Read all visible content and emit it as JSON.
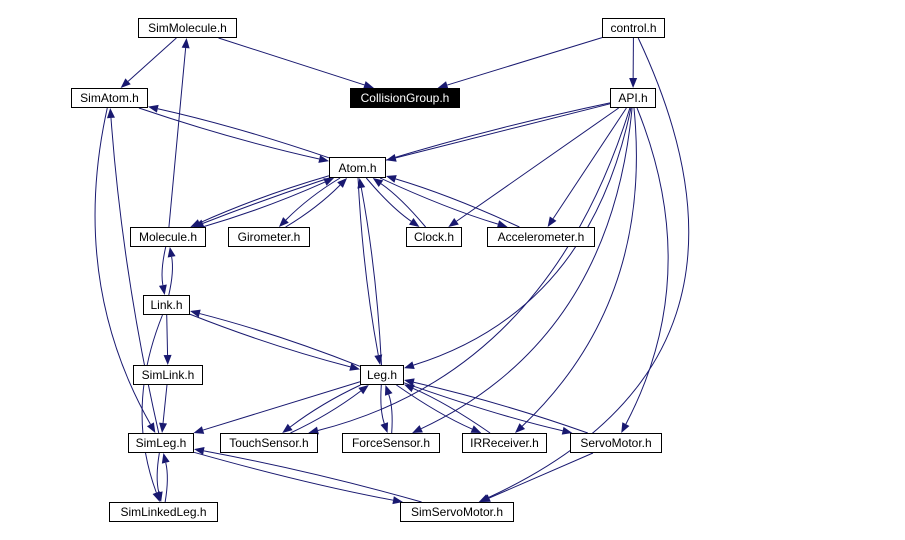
{
  "diagram": {
    "edge_color": "#191970",
    "nodes": [
      {
        "id": "SimMolecule",
        "label": "SimMolecule.h"
      },
      {
        "id": "control",
        "label": "control.h"
      },
      {
        "id": "SimAtom",
        "label": "SimAtom.h"
      },
      {
        "id": "CollisionGroup",
        "label": "CollisionGroup.h",
        "active": true
      },
      {
        "id": "API",
        "label": "API.h"
      },
      {
        "id": "Atom",
        "label": "Atom.h"
      },
      {
        "id": "Molecule",
        "label": "Molecule.h"
      },
      {
        "id": "Girometer",
        "label": "Girometer.h"
      },
      {
        "id": "Clock",
        "label": "Clock.h"
      },
      {
        "id": "Accelerometer",
        "label": "Accelerometer.h"
      },
      {
        "id": "Link",
        "label": "Link.h"
      },
      {
        "id": "SimLink",
        "label": "SimLink.h"
      },
      {
        "id": "Leg",
        "label": "Leg.h"
      },
      {
        "id": "SimLeg",
        "label": "SimLeg.h"
      },
      {
        "id": "TouchSensor",
        "label": "TouchSensor.h"
      },
      {
        "id": "ForceSensor",
        "label": "ForceSensor.h"
      },
      {
        "id": "IRReceiver",
        "label": "IRReceiver.h"
      },
      {
        "id": "ServoMotor",
        "label": "ServoMotor.h"
      },
      {
        "id": "SimLinkedLeg",
        "label": "SimLinkedLeg.h"
      },
      {
        "id": "SimServoMotor",
        "label": "SimServoMotor.h"
      }
    ],
    "edges": [
      [
        "SimMolecule",
        "CollisionGroup"
      ],
      [
        "SimMolecule",
        "SimAtom"
      ],
      [
        "control",
        "CollisionGroup"
      ],
      [
        "control",
        "API"
      ],
      [
        "control",
        "SimServoMotor"
      ],
      [
        "SimAtom",
        "Atom"
      ],
      [
        "Atom",
        "SimAtom"
      ],
      [
        "SimAtom",
        "SimLeg"
      ],
      [
        "SimLeg",
        "SimAtom"
      ],
      [
        "Molecule",
        "SimMolecule"
      ],
      [
        "API",
        "Atom"
      ],
      [
        "API",
        "Molecule"
      ],
      [
        "API",
        "Clock"
      ],
      [
        "API",
        "Accelerometer"
      ],
      [
        "API",
        "Leg"
      ],
      [
        "API",
        "TouchSensor"
      ],
      [
        "API",
        "ForceSensor"
      ],
      [
        "API",
        "IRReceiver"
      ],
      [
        "API",
        "ServoMotor"
      ],
      [
        "Atom",
        "Molecule"
      ],
      [
        "Molecule",
        "Atom"
      ],
      [
        "Atom",
        "Girometer"
      ],
      [
        "Girometer",
        "Atom"
      ],
      [
        "Atom",
        "Clock"
      ],
      [
        "Clock",
        "Atom"
      ],
      [
        "Atom",
        "Accelerometer"
      ],
      [
        "Accelerometer",
        "Atom"
      ],
      [
        "Atom",
        "Leg"
      ],
      [
        "Leg",
        "Atom"
      ],
      [
        "Molecule",
        "Link"
      ],
      [
        "Link",
        "Molecule"
      ],
      [
        "Link",
        "SimLink"
      ],
      [
        "Link",
        "Leg"
      ],
      [
        "Leg",
        "Link"
      ],
      [
        "Link",
        "SimLinkedLeg"
      ],
      [
        "SimLink",
        "SimLeg"
      ],
      [
        "Leg",
        "SimLeg"
      ],
      [
        "Leg",
        "TouchSensor"
      ],
      [
        "TouchSensor",
        "Leg"
      ],
      [
        "Leg",
        "ForceSensor"
      ],
      [
        "ForceSensor",
        "Leg"
      ],
      [
        "Leg",
        "IRReceiver"
      ],
      [
        "IRReceiver",
        "Leg"
      ],
      [
        "Leg",
        "ServoMotor"
      ],
      [
        "ServoMotor",
        "Leg"
      ],
      [
        "SimLeg",
        "SimLinkedLeg"
      ],
      [
        "SimLinkedLeg",
        "SimLeg"
      ],
      [
        "SimLeg",
        "SimServoMotor"
      ],
      [
        "SimServoMotor",
        "SimLeg"
      ],
      [
        "ServoMotor",
        "SimServoMotor"
      ]
    ]
  }
}
